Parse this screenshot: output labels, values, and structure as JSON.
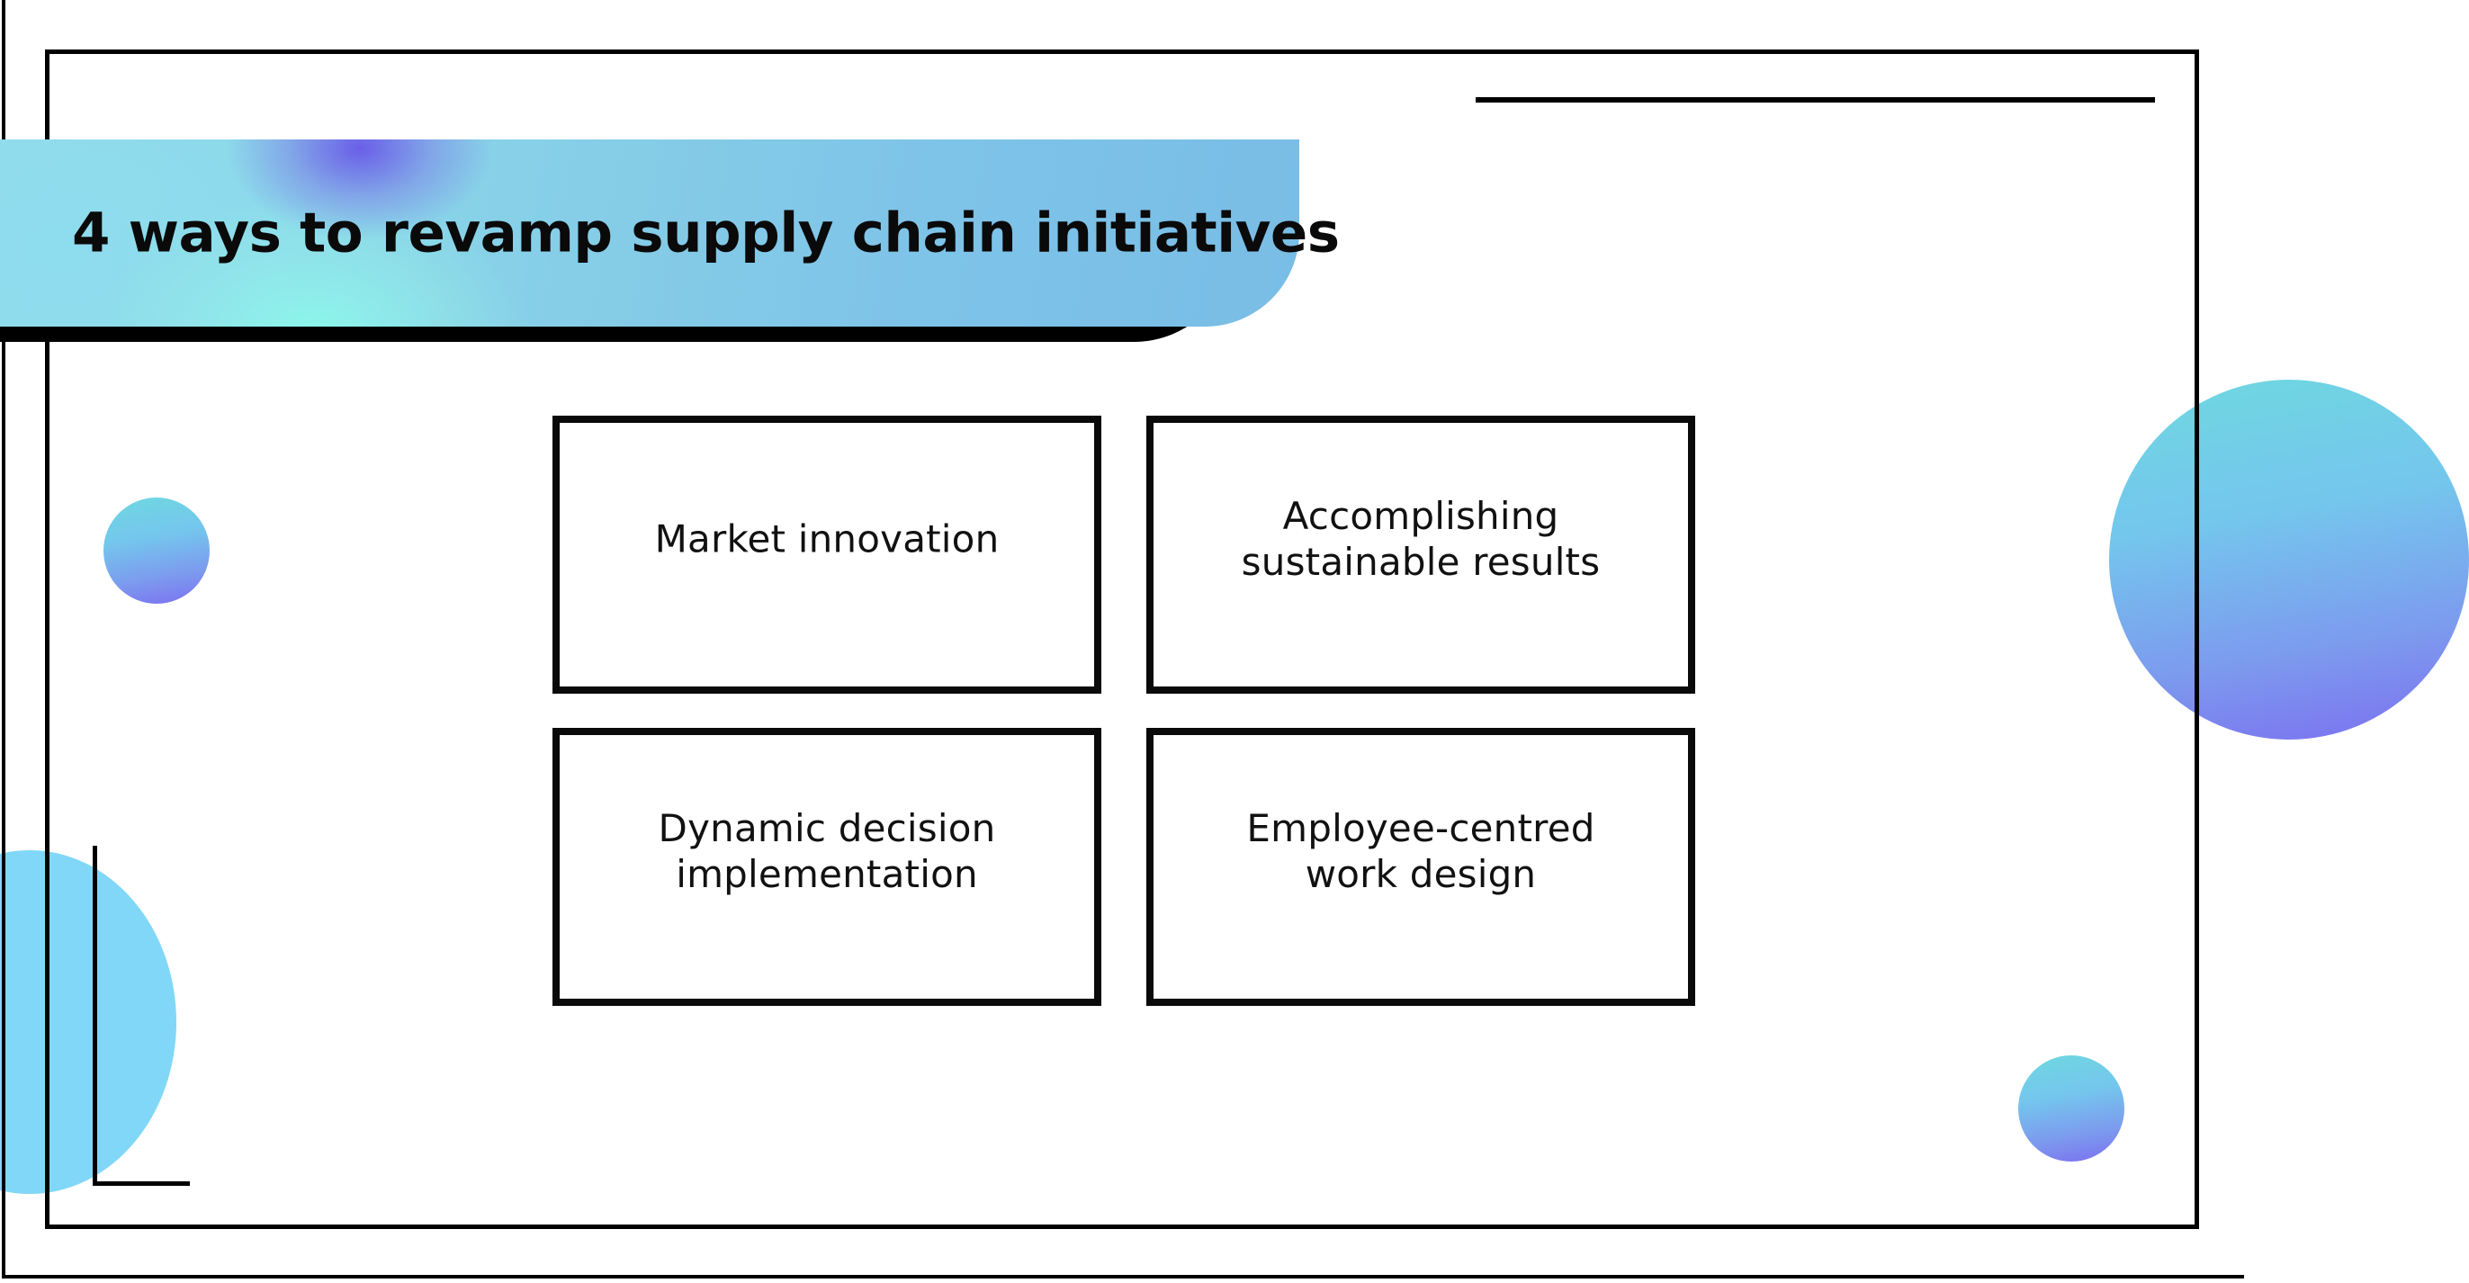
{
  "slide": {
    "title": "4 ways to revamp supply chain initiatives",
    "background_color": "#ffffff",
    "frame_color": "#000000"
  },
  "banner": {
    "title": "4 ways to revamp supply chain initiatives",
    "gradient_from": "#93DAEC",
    "gradient_to": "#79BDE6",
    "accent_purple": "#6754E8",
    "accent_aqua": "#8CF8EB",
    "shadow_color": "#000000"
  },
  "cards": [
    {
      "id": "market-innovation",
      "label": "Market innovation"
    },
    {
      "id": "accomplishing-results",
      "label": "Accomplishing\nsustainable results"
    },
    {
      "id": "dynamic-decision",
      "label": "Dynamic decision\nimplementation"
    },
    {
      "id": "employee-centred-design",
      "label": "Employee-centred\nwork design"
    }
  ],
  "decorations": {
    "circle_small_left": {
      "name": "gradient-circle",
      "gradient_from": "#6FD8E0",
      "gradient_to": "#7B6FF0"
    },
    "circle_large_right": {
      "name": "gradient-circle",
      "gradient_from": "#6FD8E0",
      "gradient_to": "#7B6FF0"
    },
    "circle_large_left": {
      "name": "solid-circle",
      "color": "#81D7F7"
    },
    "circle_small_bottomright": {
      "name": "gradient-circle",
      "gradient_from": "#6FD8E0",
      "gradient_to": "#7B6FF0"
    },
    "accent_rule": {
      "name": "horizontal-rule",
      "color": "#000000"
    },
    "corner_bracket": {
      "name": "l-shaped-bracket",
      "color": "#000000"
    }
  }
}
